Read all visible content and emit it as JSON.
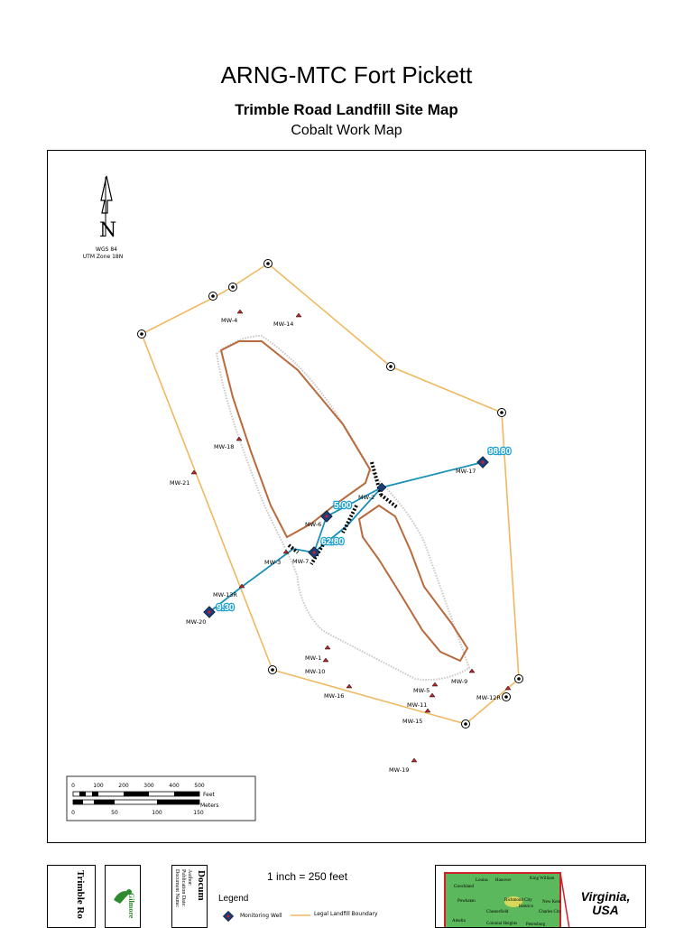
{
  "header": {
    "title": "ARNG-MTC Fort Pickett",
    "subtitle": "Trimble Road Landfill Site Map",
    "subtitle2": "Cobalt Work Map"
  },
  "north_arrow": {
    "letter": "N",
    "datum": "WGS 84",
    "zone": "UTM Zone 18N"
  },
  "wells": [
    {
      "id": "MW-4"
    },
    {
      "id": "MW-14"
    },
    {
      "id": "MW-18"
    },
    {
      "id": "MW-21"
    },
    {
      "id": "MW-17"
    },
    {
      "id": "MW-2"
    },
    {
      "id": "MW-6"
    },
    {
      "id": "MW-3"
    },
    {
      "id": "MW-7"
    },
    {
      "id": "MW-13R"
    },
    {
      "id": "MW-20"
    },
    {
      "id": "MW-1"
    },
    {
      "id": "MW-10"
    },
    {
      "id": "MW-16"
    },
    {
      "id": "MW-9"
    },
    {
      "id": "MW-5"
    },
    {
      "id": "MW-11"
    },
    {
      "id": "MW-12R"
    },
    {
      "id": "MW-15"
    },
    {
      "id": "MW-19"
    }
  ],
  "values": [
    {
      "label": "98.80"
    },
    {
      "label": "5.00"
    },
    {
      "label": "62.80"
    },
    {
      "label": "9.30"
    }
  ],
  "scale_bar": {
    "feet_ticks": [
      "0",
      "100",
      "200",
      "300",
      "400",
      "500"
    ],
    "feet_unit": "Feet",
    "meter_ticks": [
      "0",
      "50",
      "100",
      "150"
    ],
    "meter_unit": "Meters"
  },
  "footer": {
    "left_vertical": "Trimble Ro",
    "doc_title_vertical": "Docum",
    "meta_vertical": [
      "Author:",
      "Publication Date:",
      "Document Name:"
    ],
    "logo_text": "Gilmore",
    "scale_text": "1 inch = 250 feet",
    "legend_title": "Legend",
    "legend_items": {
      "well": "Monitoring Well",
      "boundary": "Legal Landfill Boundary"
    },
    "inset": {
      "label": "Virginia, USA",
      "places": [
        "Louisa",
        "Hanover",
        "King William",
        "Goochland",
        "Richmond City",
        "Henrico",
        "New Kent",
        "Powhatan",
        "Chesterfield",
        "Charles City",
        "Amelia",
        "Colonial Heights",
        "Petersburg"
      ]
    }
  },
  "colors": {
    "boundary": "#f0b860",
    "landfill": "#b86a3c",
    "flow_line": "#1a90b8",
    "well_marker": "#c0262a",
    "inset_fill": "#5cb85c",
    "inset_border": "#d21f2b"
  }
}
